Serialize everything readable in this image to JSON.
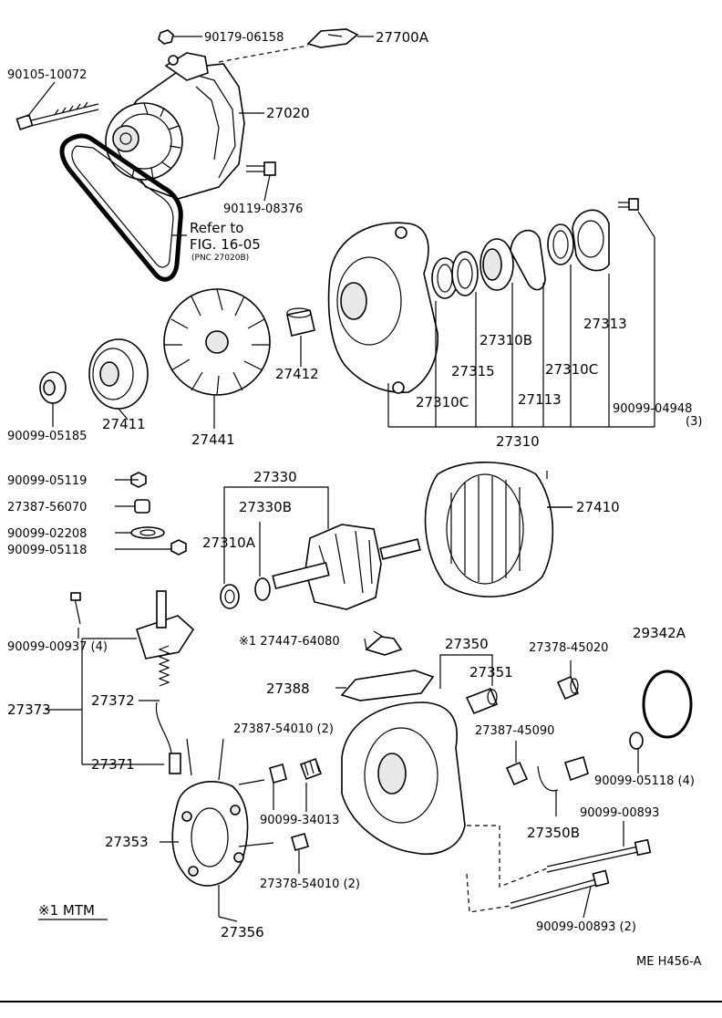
{
  "labels": {
    "p90179_06158": "90179-06158",
    "p27700A": "27700A",
    "p90105_10072": "90105-10072",
    "p27020": "27020",
    "p90119_08376": "90119-08376",
    "refer_to": "Refer to",
    "fig": "FIG. 16-05",
    "pnc": "(PNC 27020B)",
    "p27412": "27412",
    "p90099_05185": "90099-05185",
    "p27411": "27411",
    "p27441": "27441",
    "p27313": "27313",
    "p27310B": "27310B",
    "p27315": "27315",
    "p27310C_r": "27310C",
    "p27113": "27113",
    "p27310C_l": "27310C",
    "p90099_04948": "90099-04948",
    "qty3": "(3)",
    "p27310": "27310",
    "p90099_05119": "90099-05119",
    "p27330": "27330",
    "p27387_56070": "27387-56070",
    "p27330B": "27330B",
    "p90099_02208": "90099-02208",
    "p90099_05118": "90099-05118",
    "p27310A": "27310A",
    "p27410": "27410",
    "p90099_00937": "90099-00937 (4)",
    "star1_27447": "※1  27447-64080",
    "p27350": "27350",
    "p27378_45020": "27378-45020",
    "p29342A": "29342A",
    "p27388": "27388",
    "p27351": "27351",
    "p27373": "27373",
    "p27372": "27372",
    "p27387_54010": "27387-54010 (2)",
    "p27387_45090": "27387-45090",
    "p27371": "27371",
    "p90099_05118_4": "90099-05118 (4)",
    "p90099_34013": "90099-34013",
    "p90099_00893": "90099-00893",
    "p27350B": "27350B",
    "p27353": "27353",
    "p27378_54010": "27378-54010 (2)",
    "star1_mtm": "※1 MTM",
    "p27356": "27356",
    "p90099_00893_2": "90099-00893 (2)",
    "code": "ME H456-A"
  }
}
